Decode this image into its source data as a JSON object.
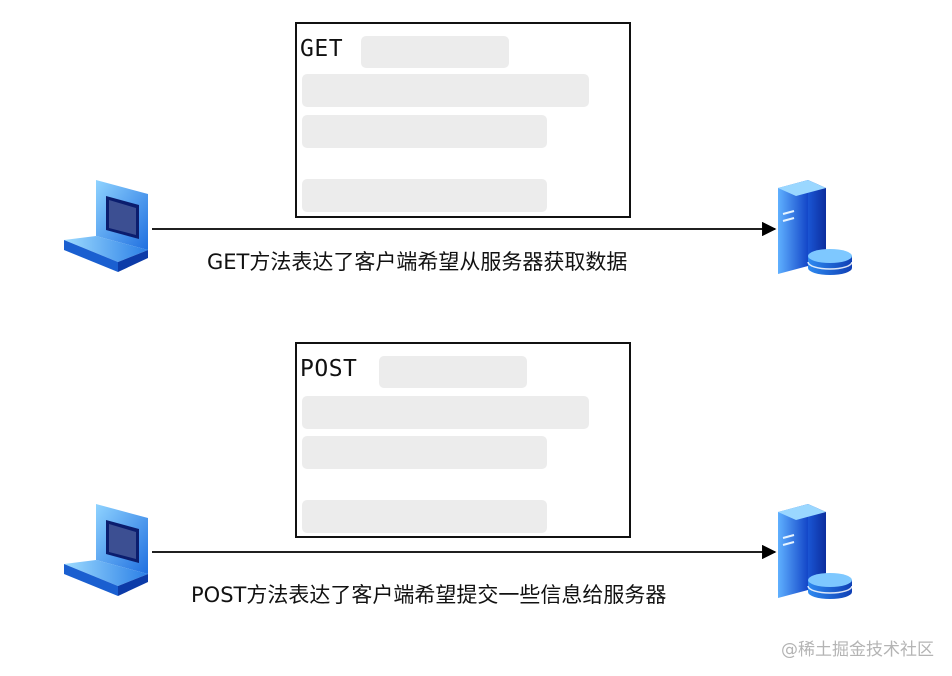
{
  "diagram": {
    "get": {
      "method": "GET",
      "caption": "GET方法表达了客户端希望从服务器获取数据",
      "client_icon": "laptop-icon",
      "server_icon": "server-database-icon"
    },
    "post": {
      "method": "POST",
      "caption": "POST方法表达了客户端希望提交一些信息给服务器",
      "client_icon": "laptop-icon",
      "server_icon": "server-database-icon"
    }
  },
  "watermark": "@稀土掘金技术社区",
  "colors": {
    "placeholder": "#ececec",
    "border": "#111111",
    "icon_blue": "#1a63d8",
    "icon_light": "#7ec8ff"
  }
}
